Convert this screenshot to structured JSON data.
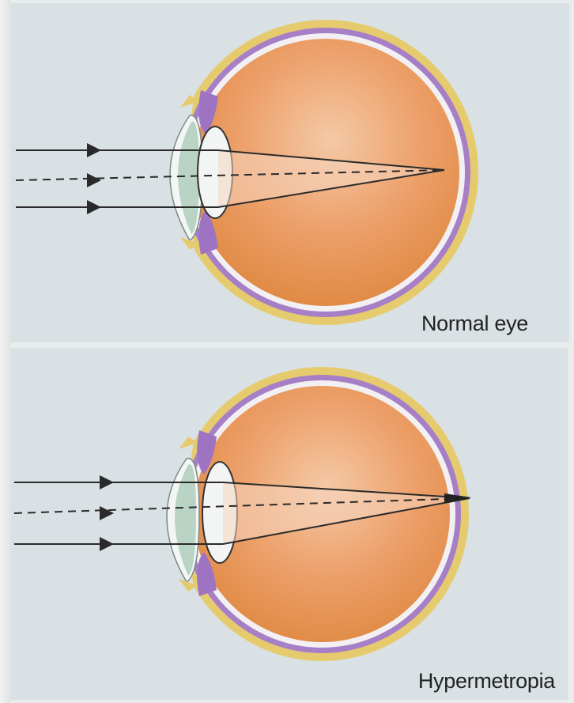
{
  "figures": [
    {
      "id": "normal",
      "caption": "Normal eye"
    },
    {
      "id": "hypermetropia",
      "caption": "Hypermetropia"
    }
  ],
  "colors": {
    "panel_bg": "#d9e1e5",
    "sclera": "#e3c76a",
    "choroid": "#a57cc3",
    "eyeball": "#e79a55",
    "cornea": "#b6d1c2",
    "lens": "#eef3f3",
    "ray": "#2a2a2a"
  }
}
